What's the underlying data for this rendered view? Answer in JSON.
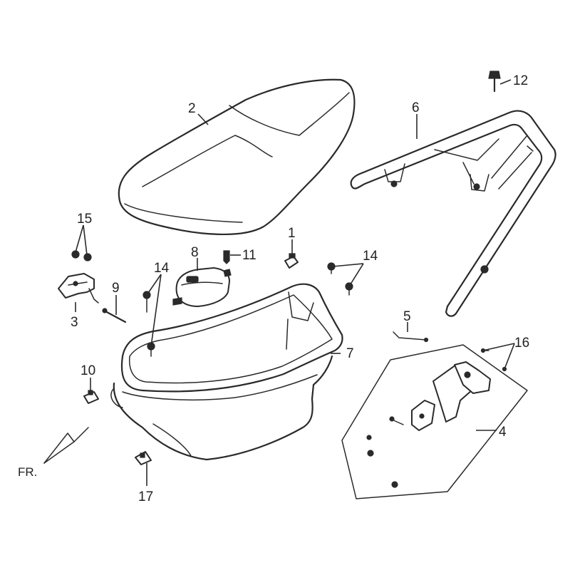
{
  "callouts": {
    "c1": "1",
    "c2": "2",
    "c3": "3",
    "c4": "4",
    "c5": "5",
    "c6": "6",
    "c7": "7",
    "c8": "8",
    "c9": "9",
    "c10": "10",
    "c11": "11",
    "c12": "12",
    "c14a": "14",
    "c14b": "14",
    "c15": "15",
    "c16": "16",
    "c17": "17"
  },
  "direction": {
    "label": "FR."
  }
}
